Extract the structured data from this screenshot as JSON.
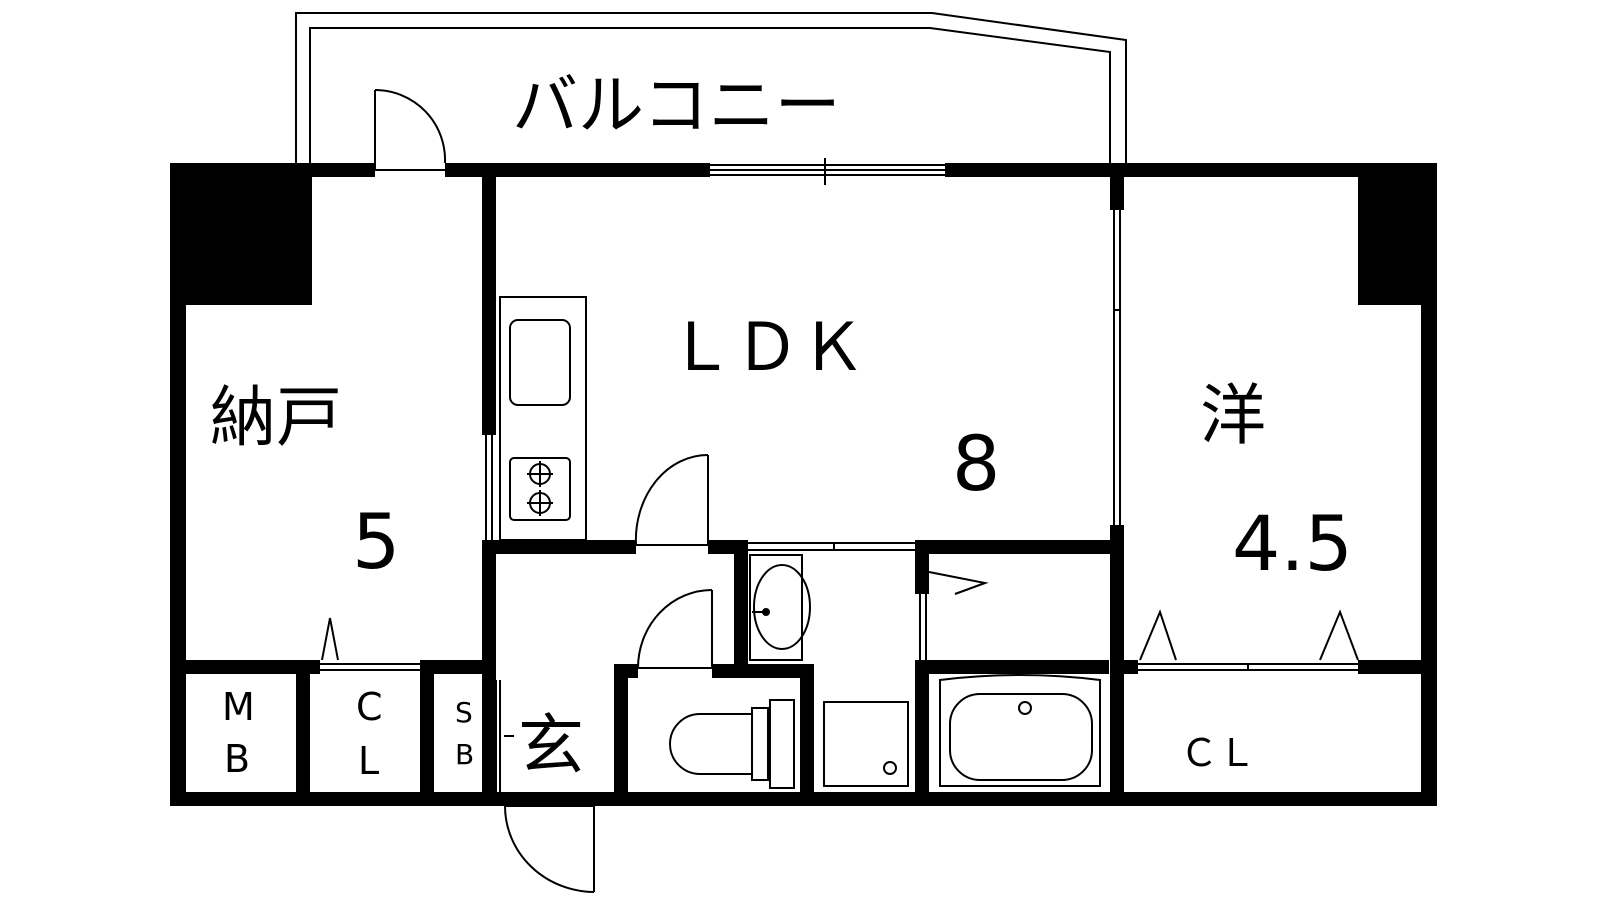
{
  "labels": {
    "balcony": "バルコニー",
    "ldk": "ＬＤＫ",
    "ldk_size": "8",
    "storage": "納戸",
    "storage_size": "5",
    "western": "洋",
    "western_size": "4.5",
    "closet_right": "ＣＬ",
    "mb_top": "M",
    "mb_bottom": "B",
    "cl_top": "C",
    "cl_bottom": "L",
    "sb_top": "S",
    "sb_bottom": "B",
    "entrance": "玄"
  },
  "colors": {
    "wall": "#000000",
    "background": "#ffffff"
  }
}
